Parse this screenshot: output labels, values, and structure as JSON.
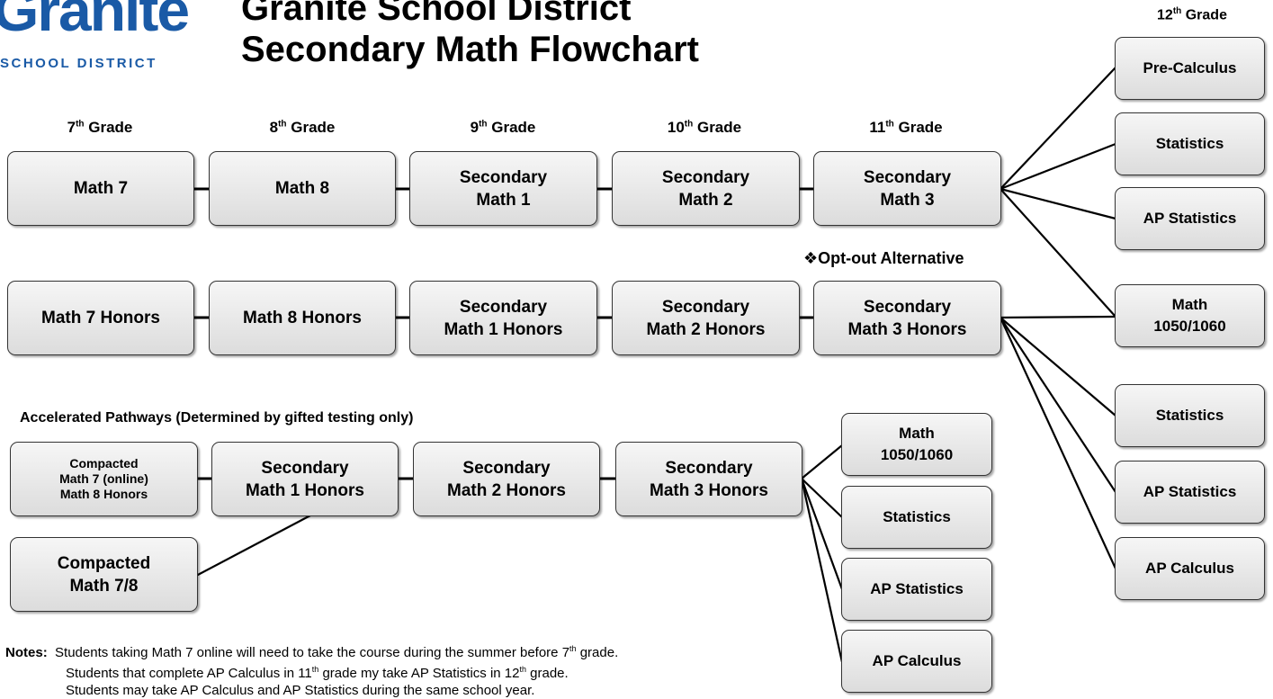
{
  "logo": {
    "word": "Granite",
    "sub": "SCHOOL DISTRICT"
  },
  "title": {
    "line1": "Granite School District",
    "line2": "Secondary Math Flowchart"
  },
  "grades": {
    "g7": {
      "num": "7",
      "sup": "th",
      "text": " Grade"
    },
    "g8": {
      "num": "8",
      "sup": "th",
      "text": " Grade"
    },
    "g9": {
      "num": "9",
      "sup": "th",
      "text": " Grade"
    },
    "g10": {
      "num": "10",
      "sup": "th",
      "text": " Grade"
    },
    "g11": {
      "num": "11",
      "sup": "th",
      "text": " Grade"
    },
    "g12": {
      "num": "12",
      "sup": "th",
      "text": " Grade"
    }
  },
  "row1": {
    "math7": "Math 7",
    "math8": "Math 8",
    "sec1": "Secondary\nMath 1",
    "sec2": "Secondary\nMath 2",
    "sec3": "Secondary\nMath 3"
  },
  "row2": {
    "math7h": "Math 7 Honors",
    "math8h": "Math 8 Honors",
    "sec1h": "Secondary\nMath 1 Honors",
    "sec2h": "Secondary\nMath 2 Honors",
    "sec3h": "Secondary\nMath 3 Honors"
  },
  "opt_out": "❖Opt-out Alternative",
  "accelerated_label": "Accelerated Pathways (Determined by gifted testing only)",
  "row3": {
    "compacted": "Compacted\nMath 7 (online)\nMath 8 Honors",
    "compacted78": "Compacted\nMath 7/8",
    "sec1h": "Secondary\nMath 1 Honors",
    "sec2h": "Secondary\nMath 2 Honors",
    "sec3h": "Secondary\nMath 3 Honors"
  },
  "accel_outcomes": {
    "math1050": "Math\n1050/1060",
    "statistics": "Statistics",
    "ap_statistics": "AP Statistics",
    "ap_calculus": "AP Calculus"
  },
  "grade12": {
    "precalc": "Pre-Calculus",
    "statistics_a": "Statistics",
    "ap_statistics_a": "AP Statistics",
    "math1050": "Math\n1050/1060",
    "statistics_b": "Statistics",
    "ap_statistics_b": "AP Statistics",
    "ap_calculus": "AP Calculus"
  },
  "notes": {
    "label": "Notes",
    "line1_a": "Students taking Math 7 online will need to take the course during the summer before 7",
    "line1_sup": "th",
    "line1_b": " grade.",
    "line2_a": "Students that complete AP Calculus in 11",
    "line2_sup": "th",
    "line2_b": " grade my take AP Statistics in 12",
    "line2_sup2": "th",
    "line2_c": " grade.",
    "line3": "Students may take AP Calculus and AP Statistics during the same school year."
  }
}
